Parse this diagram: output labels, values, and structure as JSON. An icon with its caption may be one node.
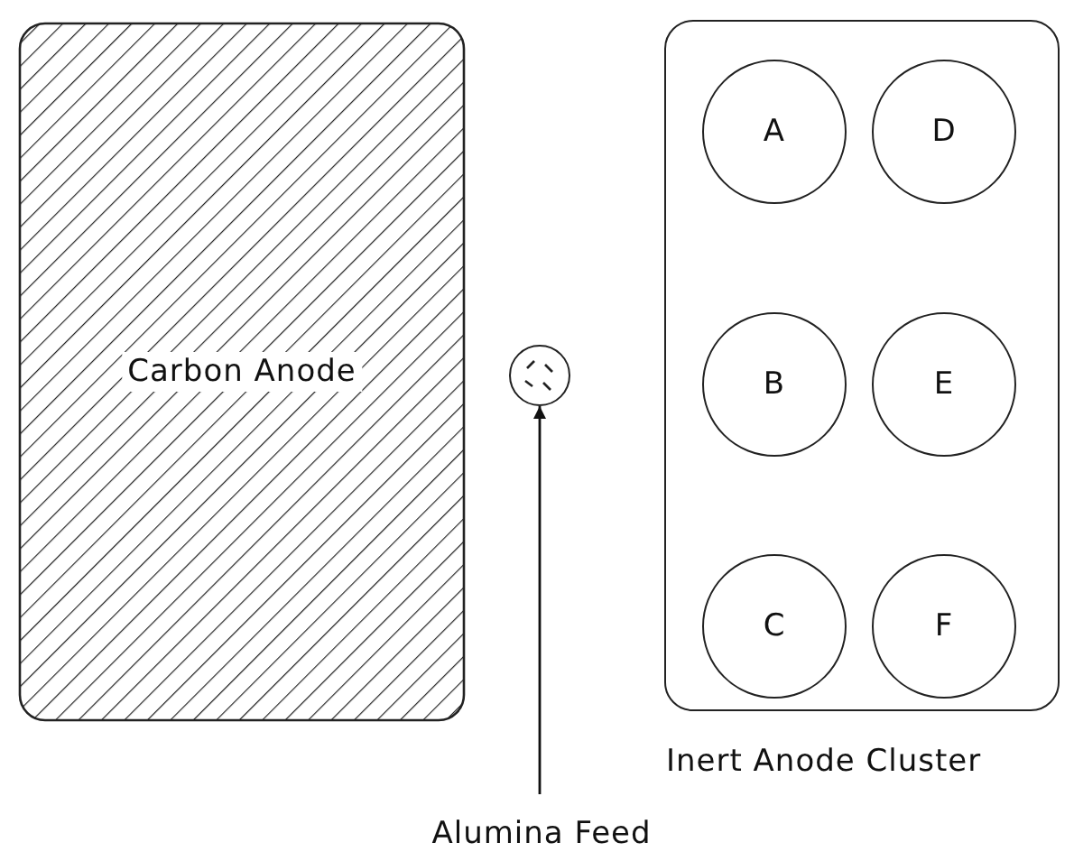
{
  "diagram": {
    "nodes": [
      {
        "text": [
          "Carbon Anode"
        ]
      },
      {
        "text": [
          "Inert Anode Cluster"
        ]
      },
      {
        "text": [
          "A"
        ],
        "in": 1
      },
      {
        "text": [
          "D"
        ],
        "in": 1
      },
      {
        "text": [
          "B"
        ],
        "in": 1
      },
      {
        "text": [
          "E"
        ],
        "in": 1
      },
      {
        "text": [
          "C"
        ],
        "in": 1
      },
      {
        "text": [
          "F"
        ],
        "in": 1
      },
      {
        "text": [],
        "shape": "circle"
      },
      {
        "text": [
          "Alumina Feed"
        ]
      }
    ],
    "edges": [
      {
        "from": 9,
        "to": 8,
        "arrow": "to"
      }
    ]
  }
}
